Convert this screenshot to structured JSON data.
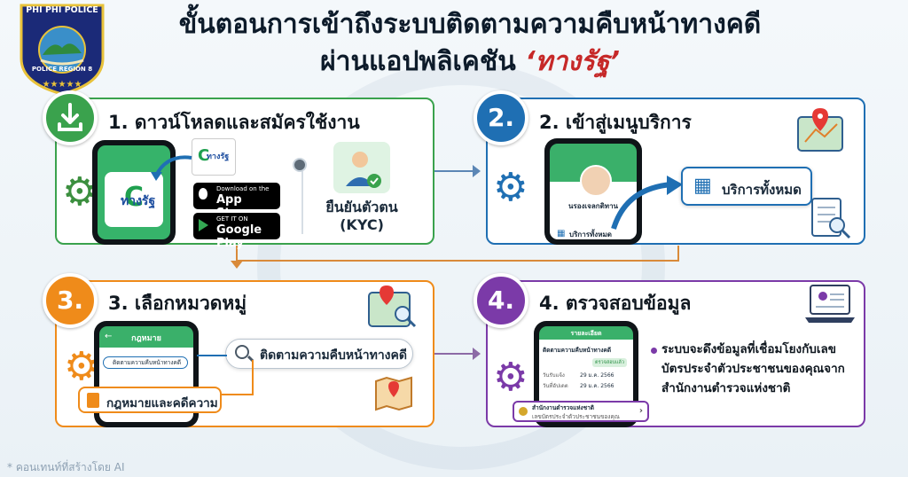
{
  "logo": {
    "top_text": "PHI PHI POLICE",
    "bottom_text": "POLICE REGION 8"
  },
  "header": {
    "line1": "ขั้นตอนการเข้าถึงระบบติดตามความคืบหน้าทางคดี",
    "line2_prefix": "ผ่านแอปพลิเคชัน ",
    "line2_highlight": "‘ทางรัฐ’"
  },
  "step1": {
    "title": "1. ดาวน์โหลดและสมัครใช้งาน",
    "app_name": "ทางรัฐ",
    "app_name_small": "ทางรัฐ",
    "appstore_small": "Download on the",
    "appstore_big": "App Store",
    "googleplay_small": "GET IT ON",
    "googleplay_big": "Google Play",
    "kyc_line1": "ยืนยันตัวตน",
    "kyc_line2": "(KYC)"
  },
  "step2": {
    "badge": "2.",
    "title": "2. เข้าสู่เมนูบริการ",
    "phone_user": "นรองเจลกติทาน",
    "phone_menu": "บริการทั้งหมด",
    "callout": "บริการทั้งหมด"
  },
  "step3": {
    "badge": "3.",
    "title": "3. เลือกหมวดหมู่",
    "phone_header": "กฎหมาย",
    "phone_search": "ติดตามความคืบหน้าทางคดี",
    "search_callout": "ติดตามความคืบหน้าทางคดี",
    "category_callout": "กฎหมายและคดีความ"
  },
  "step4": {
    "badge": "4.",
    "title": "4. ตรวจสอบข้อมูล",
    "phone_header": "รายละเอียด",
    "phone_case_title": "ติดตามความคืบหน้าทางคดี",
    "phone_status": "ตรวจสอบแล้ว",
    "phone_row1_label": "วันรับแจ้ง",
    "phone_row1_value": "29 ม.ค. 2566",
    "phone_row2_label": "วันที่อัปเดต",
    "phone_row2_value": "29 ม.ค. 2566",
    "phone_bottom_title": "สำนักงานตำรวจแห่งชาติ",
    "phone_bottom_sub": "เลขบัตรประจำตัวประชาชนของคุณ",
    "desc_line1": "ระบบจะดึงข้อมูลที่เชื่อมโยงกับเลข",
    "desc_line2": "บัตรประจำตัวประชาชนของคุณจาก",
    "desc_line3": "สำนักงานตำรวจแห่งชาติ"
  },
  "footer": {
    "text": "* คอนเทนท์ที่สร้างโดย AI"
  },
  "colors": {
    "green": "#3aa24d",
    "blue": "#1f6fb3",
    "orange": "#ef8b1a",
    "purple": "#7b3aa8",
    "title_red": "#c62828",
    "navy": "#0d1b2a"
  }
}
